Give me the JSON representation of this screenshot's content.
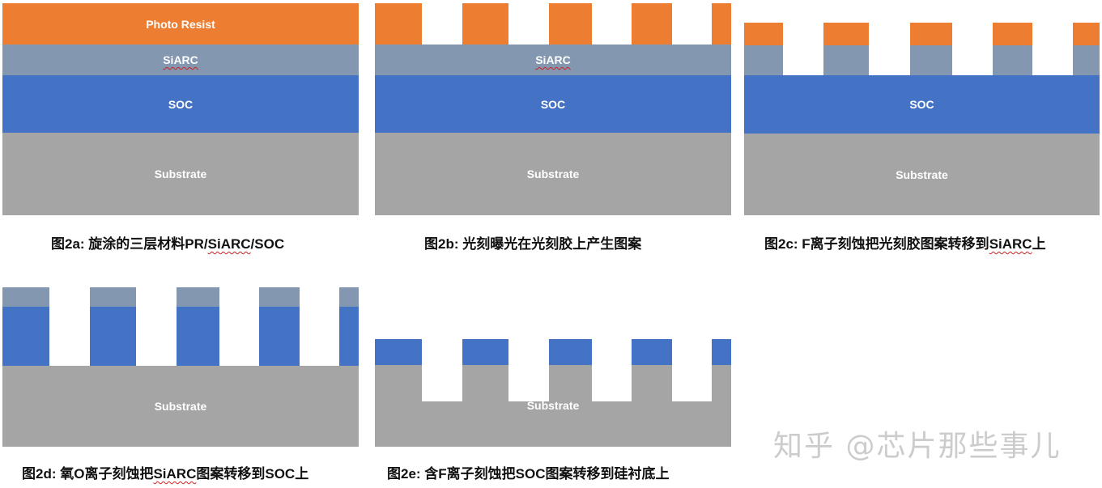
{
  "colors": {
    "photo_resist": "#ED7D31",
    "siarc": "#8497B0",
    "soc": "#4472C4",
    "substrate": "#A5A5A5"
  },
  "layers": {
    "photo_resist": "Photo Resist",
    "siarc": "SiARC",
    "soc": "SOC",
    "substrate": "Substrate"
  },
  "captions": {
    "a_prefix": "图2a: 旋涂的三层材料PR/",
    "a_siarc": "SiARC",
    "a_suffix": "/SOC",
    "b": "图2b: 光刻曝光在光刻胶上产生图案",
    "c_prefix": "图2c: F离子刻蚀把光刻胶图案转移到",
    "c_siarc": "SiARC",
    "c_suffix": "上",
    "d_prefix": "图2d: 氧O离子刻蚀把",
    "d_siarc": "SiARC",
    "d_suffix": "图案转移到SOC上",
    "e": "图2e: 含F离子刻蚀把SOC图案转移到硅衬底上"
  },
  "watermark": "知乎 @芯片那些事儿"
}
